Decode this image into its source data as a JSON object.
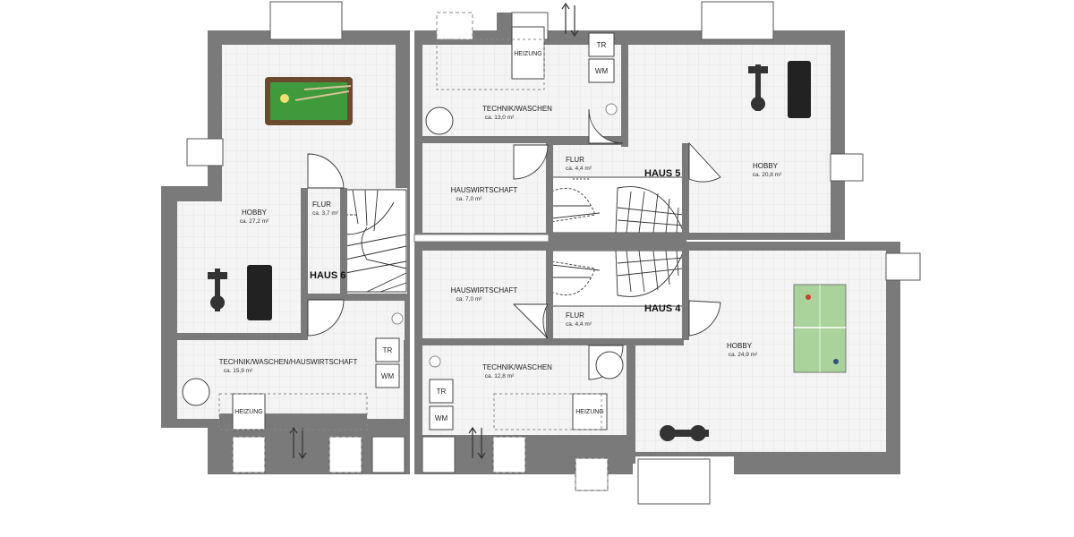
{
  "rooms": {
    "haus6_hobby": {
      "name": "HOBBY",
      "area": "ca. 27,2 m²"
    },
    "haus6_flur": {
      "name": "FLUR",
      "area": "ca. 3,7 m²"
    },
    "haus6_technik": {
      "name": "TECHNIK/WASCHEN/HAUSWIRTSCHAFT",
      "area": "ca. 15,9 m²"
    },
    "haus5_technik": {
      "name": "TECHNIK/WASCHEN",
      "area": "ca. 13,0 m²"
    },
    "haus5_hauswirtschaft": {
      "name": "HAUSWIRTSCHAFT",
      "area": "ca. 7,0 m²"
    },
    "haus5_flur": {
      "name": "FLUR",
      "area": "ca. 4,4 m²"
    },
    "haus5_hobby": {
      "name": "HOBBY",
      "area": "ca. 20,8 m²"
    },
    "haus4_hauswirtschaft": {
      "name": "HAUSWIRTSCHAFT",
      "area": "ca. 7,0 m²"
    },
    "haus4_flur": {
      "name": "FLUR",
      "area": "ca. 4,4 m²"
    },
    "haus4_technik": {
      "name": "TECHNIK/WASCHEN",
      "area": "ca. 12,8 m²"
    },
    "haus4_hobby": {
      "name": "HOBBY",
      "area": "ca. 24,9 m²"
    }
  },
  "houses": {
    "haus6": "HAUS 6",
    "haus5": "HAUS 5",
    "haus4": "HAUS 4"
  },
  "equipment": {
    "dryer": "TR",
    "washer": "WM",
    "heating": "HEIZUNG"
  },
  "colors": {
    "wall": "#7a7a7a",
    "floor": "#f2f2f2",
    "grid": "#e3e3e3",
    "billiard": "#3f9a3c",
    "pingpong": "#a9d39a"
  }
}
